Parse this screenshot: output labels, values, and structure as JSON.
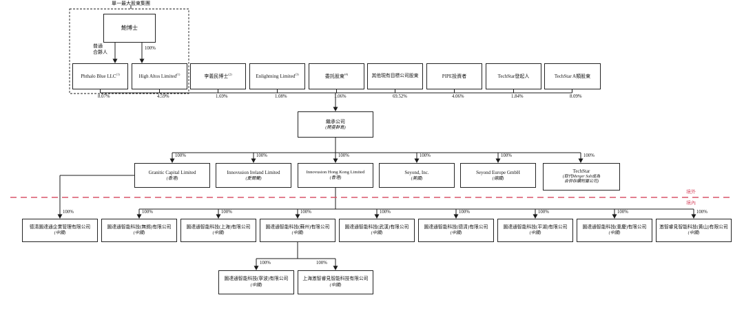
{
  "title": "股權架構圖",
  "colors": {
    "line": "#1a1a1a",
    "boundary_red": "#d9536a",
    "box_bg": "#ffffff"
  },
  "top_group": {
    "label": "單一最大股東集團",
    "founder": "鮑博士",
    "gp_label": "普通\n合夥人",
    "pct": "100%"
  },
  "shareholders": [
    {
      "name": "Phthalo Blue LLC",
      "sup": "(1)",
      "pct": "8.07%"
    },
    {
      "name": "High Altos Limited",
      "sup": "(1)",
      "pct": "4.59%"
    },
    {
      "name": "李義民博士",
      "sup": "(2)",
      "pct": "1.69%"
    },
    {
      "name": "Enlightning Limited",
      "sup": "(3)",
      "pct": "1.08%"
    },
    {
      "name": "委託股東",
      "sup": "(4)",
      "pct": "1.06%"
    },
    {
      "name": "其他現有目標公司股東",
      "sup": "",
      "pct": "69.52%"
    },
    {
      "name": "PIPE投資者",
      "sup": "",
      "pct": "4.06%"
    },
    {
      "name": "TechStar發起人",
      "sup": "",
      "pct": "1.84%"
    },
    {
      "name": "TechStar A類股東",
      "sup": "",
      "pct": "8.09%"
    }
  ],
  "successor": {
    "name": "繼承公司",
    "jur": "(開曼群島)"
  },
  "tier2": [
    {
      "name": "Granitic Capital Limited",
      "jur": "(香港)",
      "pct": "100%"
    },
    {
      "name": "Innovusion Ireland Limited",
      "jur": "(愛爾蘭)",
      "pct": "100%"
    },
    {
      "name": "Innovusion Hong Kong Limited",
      "jur": "(香港)",
      "pct": "100%"
    },
    {
      "name": "Seyond, Inc.",
      "jur": "(美國)",
      "pct": "100%"
    },
    {
      "name": "Seyond Europe GmbH",
      "jur": "(德國)",
      "pct": "100%"
    },
    {
      "name": "TechStar",
      "jur": "(取代Merger Sub成為\n合併存續附屬公司)",
      "pct": "100%"
    }
  ],
  "boundary": {
    "offshore": "境外",
    "onshore": "境內"
  },
  "tier3": [
    {
      "name": "德清圖達通企業管理有限公司",
      "jur": "(中國)",
      "pct": "100%"
    },
    {
      "name": "圖達通智能科技(無錫)有限公司",
      "jur": "(中國)",
      "pct": "100%"
    },
    {
      "name": "圖達通智能科技(上海)有限公司",
      "jur": "(中國)",
      "pct": "100%"
    },
    {
      "name": "圖達通智能科技(蘇州)有限公司",
      "jur": "(中國)",
      "pct": "100%"
    },
    {
      "name": "圖達通智能科技(武漢)有限公司",
      "jur": "(中國)",
      "pct": "100%"
    },
    {
      "name": "圖達通智能科技(德清)有限公司",
      "jur": "(中國)",
      "pct": "100%"
    },
    {
      "name": "圖達通智能科技(平湖)有限公司",
      "jur": "(中國)",
      "pct": "100%"
    },
    {
      "name": "圖達通智能科技(重慶)有限公司",
      "jur": "(中國)",
      "pct": "100%"
    },
    {
      "name": "激智睿見智能科技(黃山)有限公司",
      "jur": "(中國)",
      "pct": "100%"
    }
  ],
  "tier4": [
    {
      "name": "圖達通智能科技(寧波)有限公司",
      "jur": "(中國)",
      "pct": "100%"
    },
    {
      "name": "上海激智睿見智能科技有限公司",
      "jur": "(中國)",
      "pct": "100%"
    }
  ]
}
